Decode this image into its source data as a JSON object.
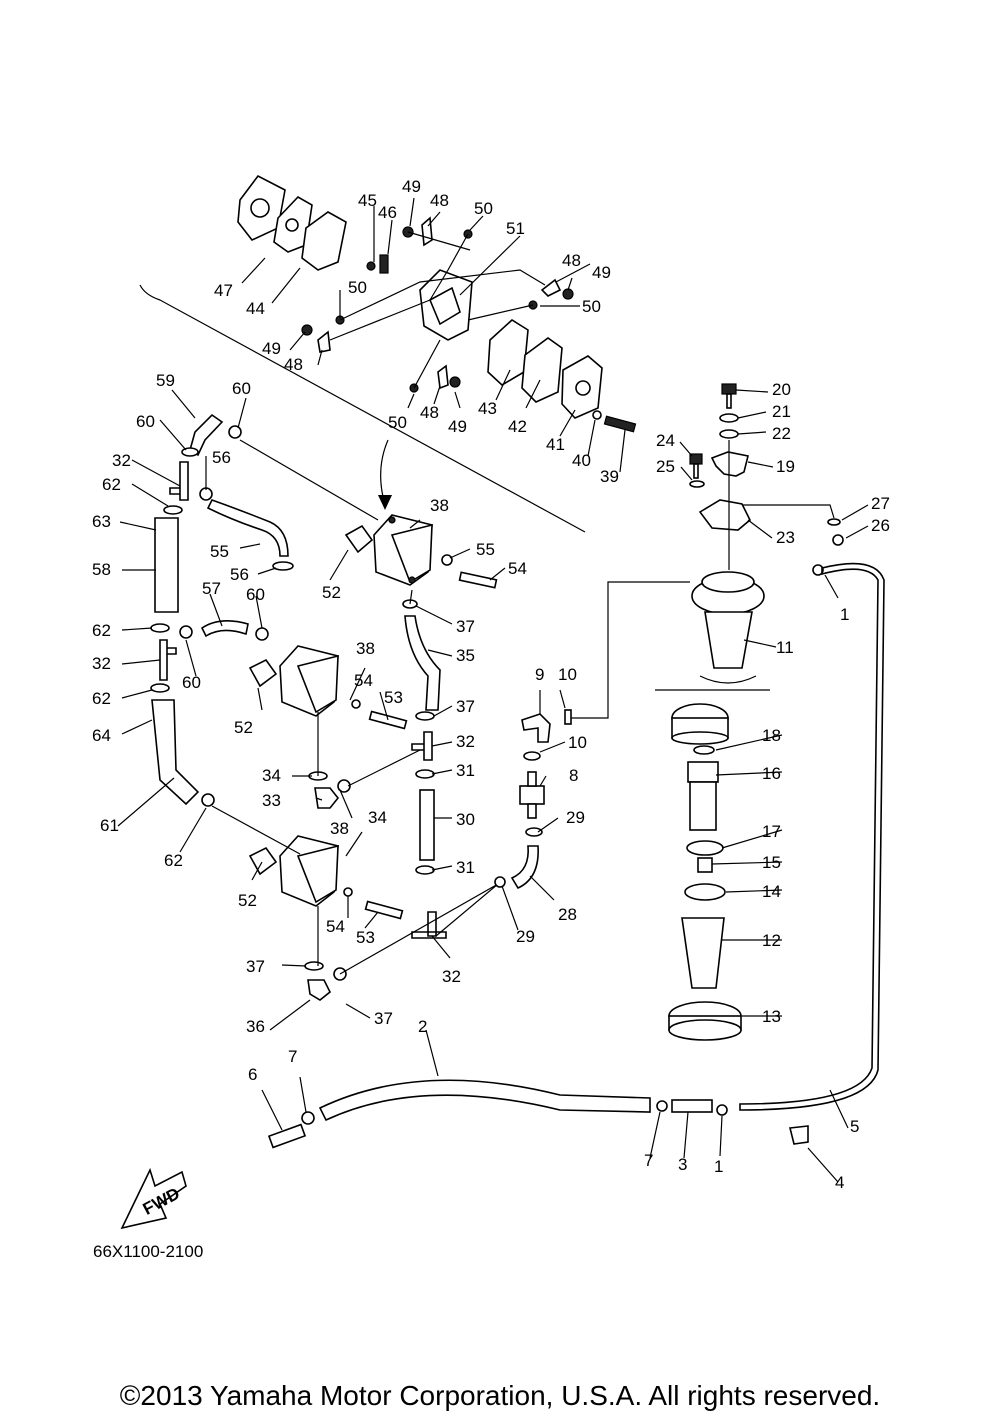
{
  "diagram_code": "66X1100-2100",
  "fwd_label": "FWD",
  "copyright": "©2013 Yamaha Motor Corporation, U.S.A. All rights reserved.",
  "callouts": [
    {
      "label": "1",
      "part": "clip"
    },
    {
      "label": "1",
      "part": "clip"
    },
    {
      "label": "2",
      "part": "fuel-hose"
    },
    {
      "label": "3",
      "part": "joint"
    },
    {
      "label": "4",
      "part": "clamp"
    },
    {
      "label": "5",
      "part": "fuel-hose"
    },
    {
      "label": "6",
      "part": "connector"
    },
    {
      "label": "7",
      "part": "clip"
    },
    {
      "label": "7",
      "part": "clip"
    },
    {
      "label": "8",
      "part": "check-valve"
    },
    {
      "label": "9",
      "part": "hose-elbow"
    },
    {
      "label": "10",
      "part": "clip"
    },
    {
      "label": "10",
      "part": "clip"
    },
    {
      "label": "11",
      "part": "fuel-filter-assy"
    },
    {
      "label": "12",
      "part": "filter-cup"
    },
    {
      "label": "13",
      "part": "filter-nut"
    },
    {
      "label": "14",
      "part": "o-ring"
    },
    {
      "label": "15",
      "part": "spring"
    },
    {
      "label": "16",
      "part": "element"
    },
    {
      "label": "17",
      "part": "washer"
    },
    {
      "label": "18",
      "part": "o-ring"
    },
    {
      "label": "19",
      "part": "bracket"
    },
    {
      "label": "20",
      "part": "bolt"
    },
    {
      "label": "21",
      "part": "washer"
    },
    {
      "label": "22",
      "part": "washer"
    },
    {
      "label": "23",
      "part": "bracket"
    },
    {
      "label": "24",
      "part": "bolt"
    },
    {
      "label": "25",
      "part": "washer"
    },
    {
      "label": "26",
      "part": "bolt"
    },
    {
      "label": "27",
      "part": "washer"
    },
    {
      "label": "28",
      "part": "hose"
    },
    {
      "label": "29",
      "part": "clip"
    },
    {
      "label": "29",
      "part": "clip"
    },
    {
      "label": "30",
      "part": "hose"
    },
    {
      "label": "31",
      "part": "clip"
    },
    {
      "label": "31",
      "part": "clip"
    },
    {
      "label": "32",
      "part": "joint"
    },
    {
      "label": "32",
      "part": "joint"
    },
    {
      "label": "32",
      "part": "joint"
    },
    {
      "label": "32",
      "part": "joint"
    },
    {
      "label": "33",
      "part": "hose"
    },
    {
      "label": "34",
      "part": "clip"
    },
    {
      "label": "34",
      "part": "clip"
    },
    {
      "label": "35",
      "part": "hose"
    },
    {
      "label": "36",
      "part": "hose"
    },
    {
      "label": "37",
      "part": "clip"
    },
    {
      "label": "37",
      "part": "clip"
    },
    {
      "label": "37",
      "part": "clip"
    },
    {
      "label": "37",
      "part": "clip"
    },
    {
      "label": "38",
      "part": "fuel-pump"
    },
    {
      "label": "38",
      "part": "fuel-pump"
    },
    {
      "label": "38",
      "part": "fuel-pump"
    },
    {
      "label": "39",
      "part": "screw"
    },
    {
      "label": "40",
      "part": "washer"
    },
    {
      "label": "41",
      "part": "cover"
    },
    {
      "label": "42",
      "part": "diaphragm"
    },
    {
      "label": "43",
      "part": "gasket"
    },
    {
      "label": "44",
      "part": "diaphragm"
    },
    {
      "label": "45",
      "part": "washer"
    },
    {
      "label": "46",
      "part": "spring"
    },
    {
      "label": "47",
      "part": "cover"
    },
    {
      "label": "48",
      "part": "valve"
    },
    {
      "label": "48",
      "part": "valve"
    },
    {
      "label": "48",
      "part": "valve"
    },
    {
      "label": "48",
      "part": "valve"
    },
    {
      "label": "49",
      "part": "screw"
    },
    {
      "label": "49",
      "part": "screw"
    },
    {
      "label": "49",
      "part": "screw"
    },
    {
      "label": "49",
      "part": "screw"
    },
    {
      "label": "50",
      "part": "nut"
    },
    {
      "label": "50",
      "part": "nut"
    },
    {
      "label": "50",
      "part": "nut"
    },
    {
      "label": "50",
      "part": "nut"
    },
    {
      "label": "51",
      "part": "pump-body"
    },
    {
      "label": "52",
      "part": "gasket"
    },
    {
      "label": "52",
      "part": "gasket"
    },
    {
      "label": "52",
      "part": "gasket"
    },
    {
      "label": "53",
      "part": "bolt"
    },
    {
      "label": "53",
      "part": "bolt"
    },
    {
      "label": "54",
      "part": "washer"
    },
    {
      "label": "54",
      "part": "bolt"
    },
    {
      "label": "54",
      "part": "washer"
    },
    {
      "label": "55",
      "part": "hose"
    },
    {
      "label": "55",
      "part": "washer"
    },
    {
      "label": "56",
      "part": "clip"
    },
    {
      "label": "56",
      "part": "clip"
    },
    {
      "label": "57",
      "part": "hose"
    },
    {
      "label": "58",
      "part": "hose"
    },
    {
      "label": "59",
      "part": "hose"
    },
    {
      "label": "60",
      "part": "clip"
    },
    {
      "label": "60",
      "part": "clip"
    },
    {
      "label": "60",
      "part": "clip"
    },
    {
      "label": "60",
      "part": "clip"
    },
    {
      "label": "61",
      "part": "hose"
    },
    {
      "label": "62",
      "part": "clip"
    },
    {
      "label": "62",
      "part": "clip"
    },
    {
      "label": "62",
      "part": "clip"
    },
    {
      "label": "62",
      "part": "clip"
    },
    {
      "label": "63",
      "part": "protector"
    },
    {
      "label": "64",
      "part": "protector"
    }
  ]
}
